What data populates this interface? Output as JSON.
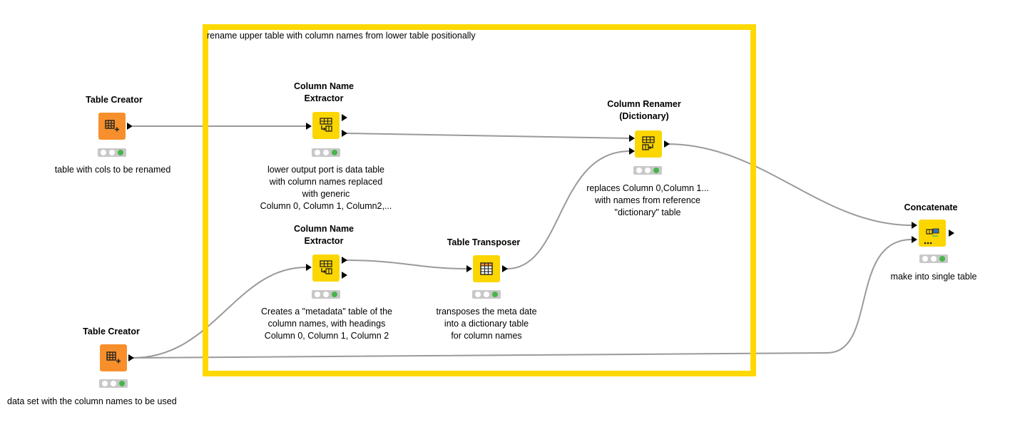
{
  "annotation": {
    "text": "rename upper table with column names from lower table positionally",
    "color": "#ffd800"
  },
  "nodes": {
    "table_creator_1": {
      "title": "Table Creator",
      "description": "table with cols to be renamed",
      "icon": "table-creator-icon",
      "color": "#f7902c"
    },
    "table_creator_2": {
      "title": "Table Creator",
      "description": "data set with the column names to be used",
      "icon": "table-creator-icon",
      "color": "#f7902c"
    },
    "column_name_extractor_1": {
      "title": "Column Name\nExtractor",
      "description": "lower output port is data table\nwith column names replaced\nwith generic\nColumn 0, Column 1, Column2,...",
      "icon": "column-name-extractor-icon",
      "color": "#fcd600"
    },
    "column_name_extractor_2": {
      "title": "Column Name\nExtractor",
      "description": "Creates a \"metadata\" table of the\ncolumn names, with headings\nColumn 0, Column 1, Column 2",
      "icon": "column-name-extractor-icon",
      "color": "#fcd600"
    },
    "table_transposer": {
      "title": "Table Transposer",
      "description": "transposes the meta date\ninto a dictionary table\nfor column names",
      "icon": "table-transposer-icon",
      "color": "#fcd600"
    },
    "column_renamer": {
      "title": "Column Renamer\n(Dictionary)",
      "description": "replaces Column 0,Column 1...\nwith names from reference\n\"dictionary\" table",
      "icon": "column-renamer-icon",
      "color": "#fcd600"
    },
    "concatenate": {
      "title": "Concatenate",
      "description": "make into single table",
      "icon": "concatenate-icon",
      "color": "#fcd600"
    }
  },
  "status_colors": {
    "idle": "#ffffff",
    "executed": "#47b54a",
    "background": "#c8c8c8"
  },
  "connection_color": "#9a9a9a"
}
